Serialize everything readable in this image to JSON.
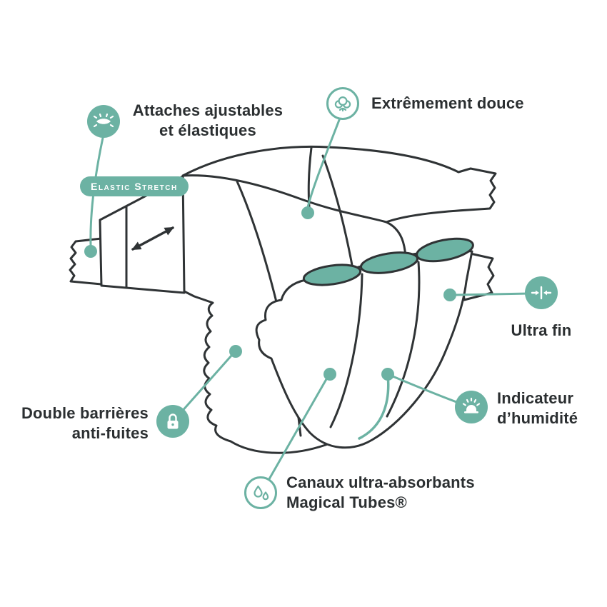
{
  "colors": {
    "teal": "#6CB2A3",
    "ink": "#2E3233",
    "background": "#FFFFFF",
    "label_text": "#2B2F31"
  },
  "illustration": "diaper-line-drawing",
  "badge": {
    "label": "Elastic Stretch"
  },
  "icons": {
    "straps": "elastic-stretch-icon",
    "soft": "cotton-icon",
    "thin": "ultra-thin-icon",
    "wetness": "wetness-indicator-icon",
    "barriers": "lock-icon",
    "channels": "water-drops-icon"
  },
  "callouts": {
    "straps": {
      "lines": [
        "Attaches ajustables",
        "et élastiques"
      ]
    },
    "soft": {
      "lines": [
        "Extrêmement douce"
      ]
    },
    "thin": {
      "lines": [
        "Ultra fin"
      ]
    },
    "wetness": {
      "lines": [
        "Indicateur",
        "d’humidité"
      ]
    },
    "barriers": {
      "lines": [
        "Double barrières",
        "anti-fuites"
      ]
    },
    "channels": {
      "lines": [
        "Canaux ultra-absorbants",
        "Magical Tubes®"
      ]
    }
  }
}
